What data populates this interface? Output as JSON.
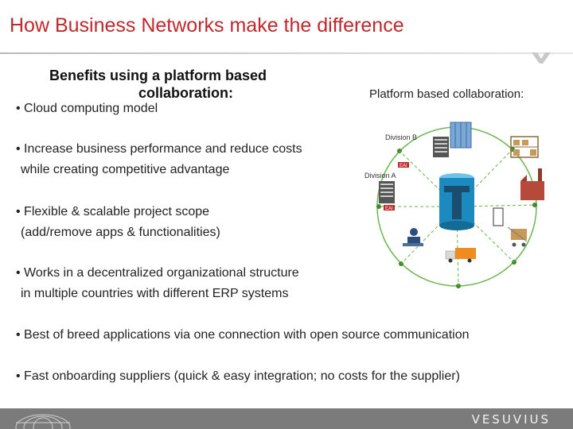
{
  "title": "How Business Networks make the difference",
  "benefits_heading": {
    "line1": "Benefits using a platform based",
    "line2": "collaboration:"
  },
  "bullets": [
    {
      "line1": "• Cloud computing model"
    },
    {
      "line1": "• Increase business performance and reduce costs",
      "line2": "while creating competitive advantage"
    },
    {
      "line1": "• Flexible & scalable project scope",
      "line2": "(add/remove apps & functionalities)"
    },
    {
      "line1": "• Works in a decentralized organizational structure",
      "line2": "in multiple countries with different ERP systems"
    },
    {
      "line1": "• Best of breed applications via one connection with open source communication"
    },
    {
      "line1": "• Fast onboarding suppliers (quick & easy integration; no costs for the supplier)"
    }
  ],
  "diagram": {
    "heading": "Platform based collaboration:",
    "division_b": "Division B",
    "division_a": "Division A",
    "eai_1": "EAI",
    "eai_2": "EAI",
    "colors": {
      "ring": "#6cb550",
      "ring_node": "#3d8b2a",
      "hub": "#1b8bbf",
      "logo": "#1a4d6e",
      "eai": "#c0282d"
    }
  },
  "footer": {
    "brand": "VESUVIUS"
  },
  "colors": {
    "title": "#c0282d",
    "footer": "#7b7b7b"
  }
}
